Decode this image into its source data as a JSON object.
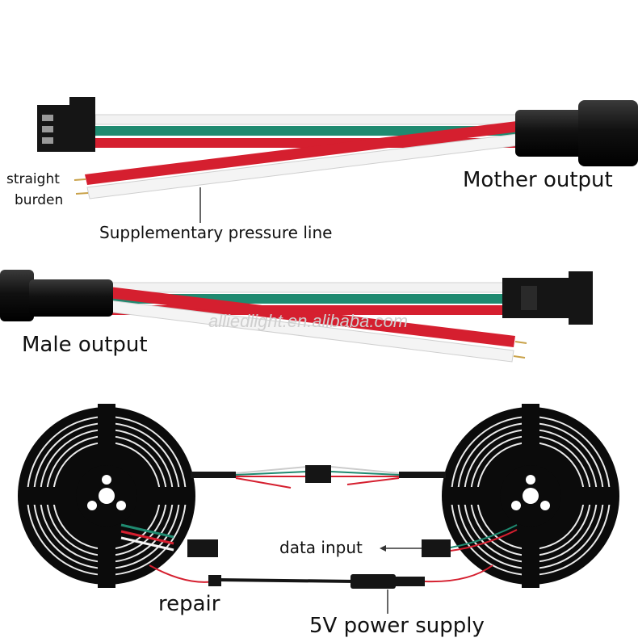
{
  "labels": {
    "straight": "straight",
    "burden": "burden",
    "supplementary": "Supplementary pressure line",
    "mother_output": "Mother output",
    "male_output": "Male output",
    "data_input": "data input",
    "repair": "repair",
    "power_supply": "5V power supply"
  },
  "watermark": "alliedlight.en.alibaba.com",
  "colors": {
    "wire_white": "#f4f4f4",
    "wire_green": "#1f8a70",
    "wire_red": "#d51f2f",
    "connector": "#151515",
    "reel": "#0b0b0b"
  },
  "icons": [
    "female-connector-icon",
    "male-connector-icon",
    "led-reel-icon",
    "cable-sleeve-icon"
  ]
}
